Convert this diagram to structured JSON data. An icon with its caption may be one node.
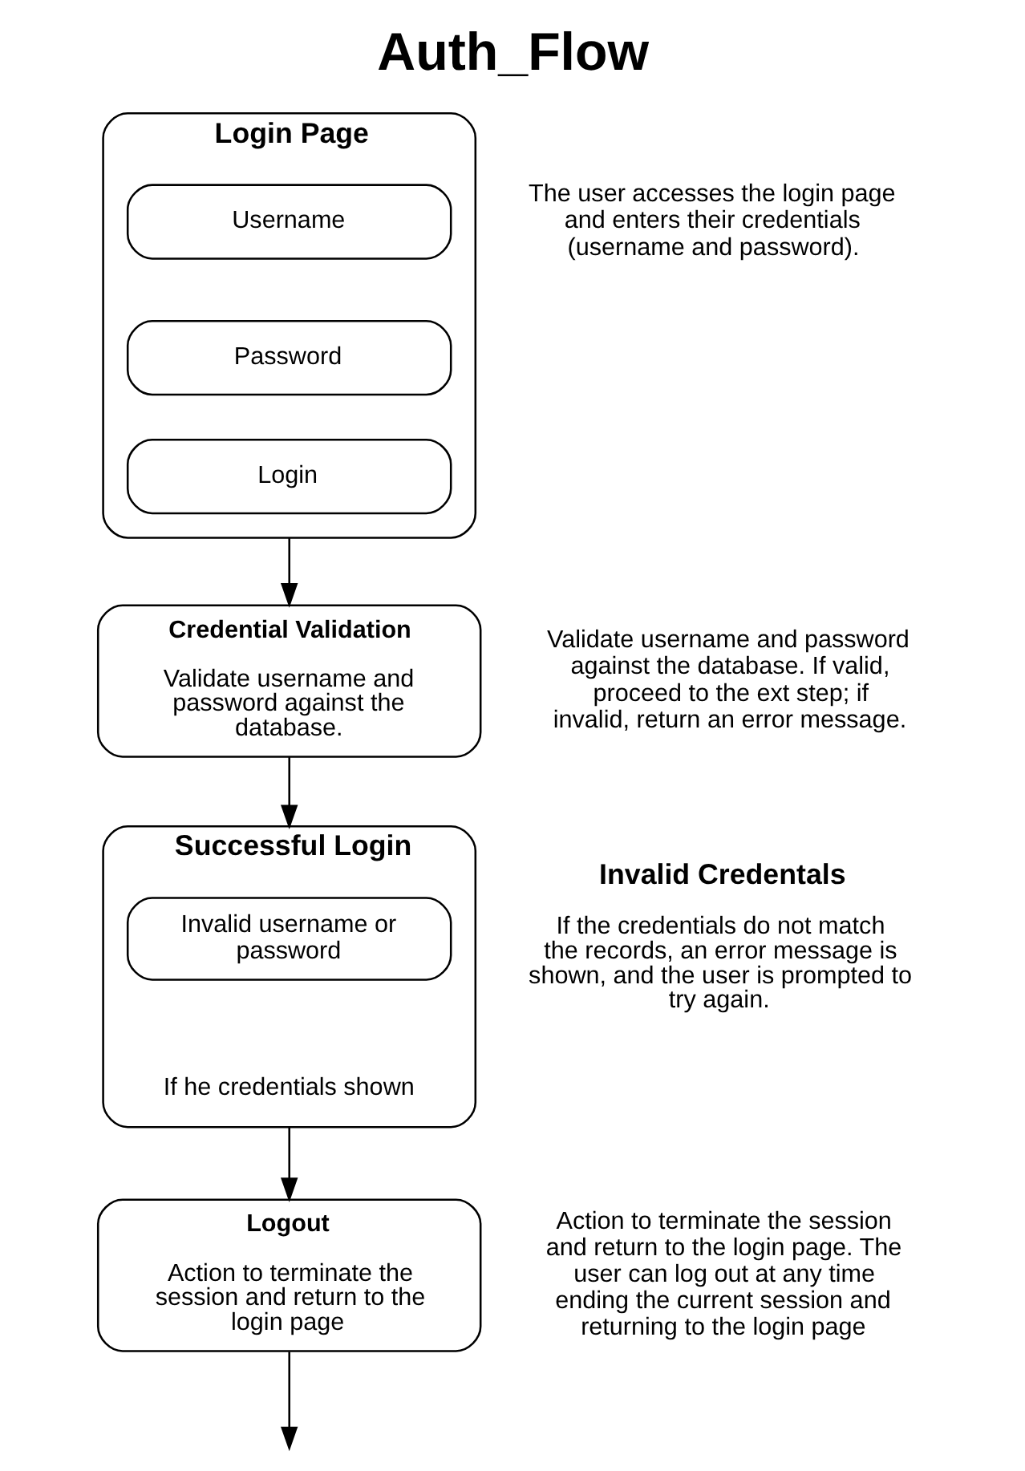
{
  "diagram": {
    "title": "Auth_Flow",
    "nodes": [
      {
        "text": [
          "Login Page"
        ],
        "beside": [
          "The user accesses the login page and enters their credentials (username and password)."
        ]
      },
      {
        "text": [
          "Username"
        ],
        "in": 0
      },
      {
        "text": [
          "Password"
        ],
        "in": 0
      },
      {
        "text": [
          "Login"
        ],
        "in": 0
      },
      {
        "text": [
          "Credential Validation",
          "Validate username and password against the database."
        ],
        "beside": [
          "Validate username and password against the database. If valid, proceed to the ext step; if invalid, return an error message."
        ]
      },
      {
        "text": [
          "Successful Login",
          "If he credentials shown"
        ],
        "beside": [
          "Invalid Credentals",
          "If the credentials do not match the records, an error message is shown, and the user is prompted to try again."
        ]
      },
      {
        "text": [
          "Invalid username or password"
        ],
        "in": 5
      },
      {
        "text": [
          "Logout",
          "Action to terminate the session and return to the login page"
        ],
        "beside": [
          "Action to terminate the session and return to the login page. The user can log out at any time ending the current session and returning to the login page"
        ]
      }
    ],
    "edges": [
      {
        "from": 0,
        "to": 4,
        "arrow": "to"
      },
      {
        "from": 4,
        "to": 5,
        "arrow": "to"
      },
      {
        "from": 5,
        "to": 7,
        "arrow": "to"
      },
      {
        "from": 7,
        "to": null,
        "arrow": "to"
      }
    ]
  }
}
